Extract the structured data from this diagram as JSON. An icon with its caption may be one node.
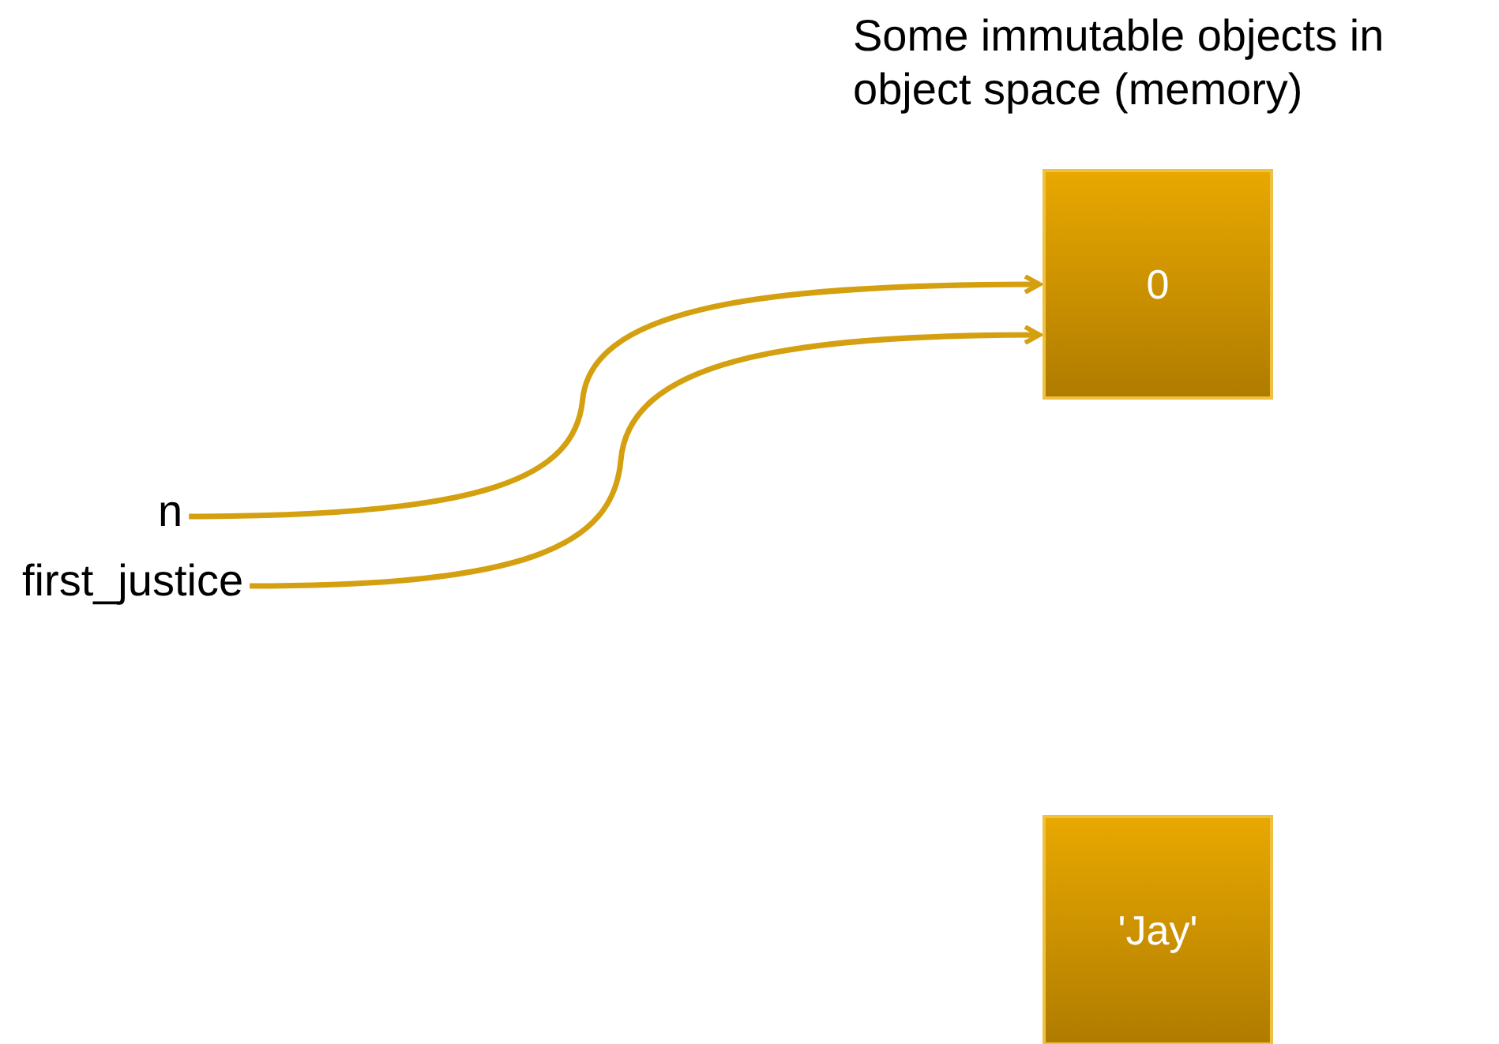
{
  "diagram": {
    "nodes": [
      {
        "text": [
          "n"
        ]
      },
      {
        "text": [
          "first_justice"
        ]
      },
      {
        "text": [
          "0"
        ]
      },
      {
        "text": [
          "'Jay'"
        ]
      }
    ],
    "edges": [
      {
        "from": 0,
        "to": 2,
        "arrow": "to"
      },
      {
        "from": 1,
        "to": 2,
        "arrow": "to"
      }
    ],
    "labels": [
      "Some immutable objects in object space (memory)"
    ]
  }
}
